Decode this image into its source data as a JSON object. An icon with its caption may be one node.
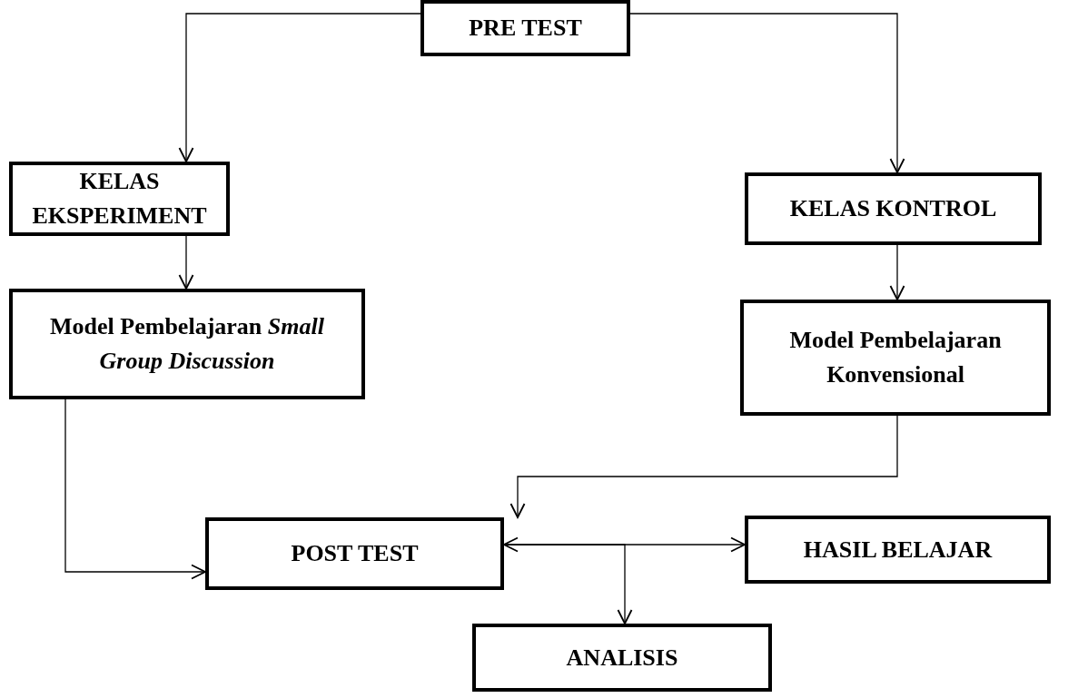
{
  "diagram": {
    "nodes": [
      {
        "text": [
          "PRE TEST"
        ]
      },
      {
        "text": [
          "KELAS EKSPERIMENT"
        ]
      },
      {
        "text": [
          "KELAS KONTROL"
        ]
      },
      {
        "text": [
          "Model Pembelajaran *Small Group Discussion*"
        ]
      },
      {
        "text": [
          "Model Pembelajaran Konvensional"
        ]
      },
      {
        "text": [
          "POST TEST"
        ]
      },
      {
        "text": [
          "HASIL BELAJAR"
        ]
      },
      {
        "text": [
          "ANALISIS"
        ]
      }
    ],
    "edges": [
      {
        "from": 0,
        "to": 1,
        "arrow": "to"
      },
      {
        "from": 0,
        "to": 2,
        "arrow": "to"
      },
      {
        "from": 1,
        "to": 3,
        "arrow": "to"
      },
      {
        "from": 2,
        "to": 4,
        "arrow": "to"
      },
      {
        "from": 3,
        "to": 5,
        "arrow": "to"
      },
      {
        "from": 4,
        "to": 5,
        "arrow": "to"
      },
      {
        "from": 5,
        "to": 6,
        "arrow": "both"
      },
      {
        "from": 5,
        "to": 7,
        "arrow": "to"
      }
    ]
  }
}
